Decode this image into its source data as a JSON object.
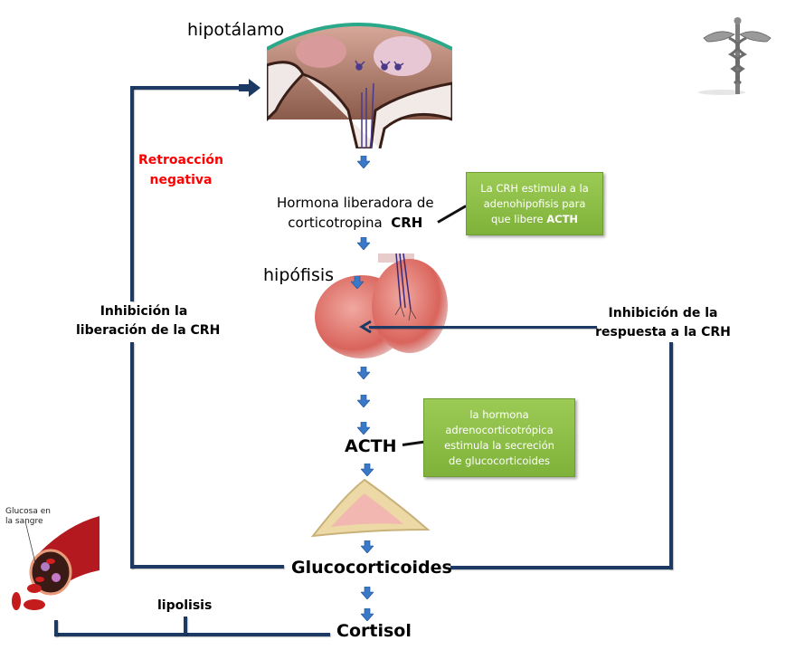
{
  "labels": {
    "hypothalamus": "hipotálamo",
    "crh_line1": "Hormona liberadora de",
    "crh_line2": "corticotropina",
    "crh_abbr": "CRH",
    "pituitary": "hipófisis",
    "acth": "ACTH",
    "glucocorticoids": "Glucocorticoides",
    "cortisol": "Cortisol",
    "lipolysis": "lipolisis",
    "negative_feedback_line1": "Retroacción",
    "negative_feedback_line2": "negativa",
    "inhibit_release_line1": "Inhibición la",
    "inhibit_release_line2": "liberación de la CRH",
    "inhibit_response_line1": "Inhibición de la",
    "inhibit_response_line2": "respuesta a la CRH",
    "blood_glucose_line1": "Glucosa en",
    "blood_glucose_line2": "la sangre"
  },
  "callouts": {
    "crh_note": {
      "line1": "La CRH estimula a la",
      "line2": "adenohipofisis para",
      "line3_prefix": "que libere ",
      "line3_bold": "ACTH"
    },
    "acth_note": {
      "line1": "la hormona",
      "line2": "adrenocorticotrópica",
      "line3": "estimula la secreción",
      "line4": "de glucocorticoides"
    }
  },
  "colors": {
    "connector": "#1c3a63",
    "feedback_text": "#ff0000",
    "callout_green": "#8cbf45",
    "flow_arrow": "#3a78c8"
  },
  "icons": {
    "caduceus": "caduceus-icon",
    "flow_arrow": "down-arrow-icon"
  }
}
